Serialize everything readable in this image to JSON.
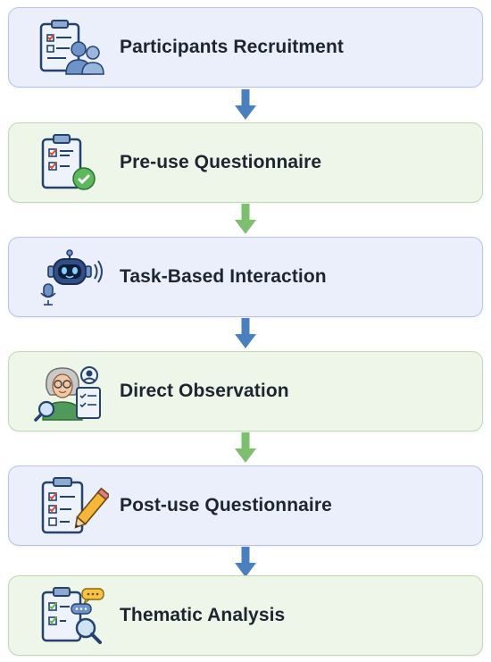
{
  "steps": [
    {
      "label": "Participants Recruitment",
      "icon": "clipboard-users-icon",
      "theme": "blue"
    },
    {
      "label": "Pre-use Questionnaire",
      "icon": "clipboard-check-icon",
      "theme": "green"
    },
    {
      "label": "Task-Based Interaction",
      "icon": "robot-microphone-icon",
      "theme": "blue"
    },
    {
      "label": "Direct Observation",
      "icon": "observer-magnifier-icon",
      "theme": "green"
    },
    {
      "label": "Post-use Questionnaire",
      "icon": "clipboard-pencil-icon",
      "theme": "blue"
    },
    {
      "label": "Thematic Analysis",
      "icon": "clipboard-magnifier-icon",
      "theme": "green"
    }
  ],
  "colors": {
    "blue_box": "#ebeffb",
    "green_box": "#eef6ea",
    "blue_arrow": "#4a7fc0",
    "green_arrow": "#7cbf6c",
    "text": "#1d2530"
  }
}
